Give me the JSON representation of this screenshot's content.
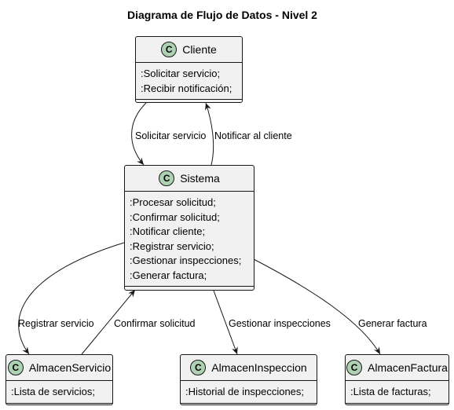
{
  "title": "Diagrama de Flujo de Datos - Nivel 2",
  "classes": {
    "cliente": {
      "icon": "C",
      "name": "Cliente",
      "members": [
        ":Solicitar servicio;",
        ":Recibir notificación;"
      ]
    },
    "sistema": {
      "icon": "C",
      "name": "Sistema",
      "members": [
        ":Procesar solicitud;",
        ":Confirmar solicitud;",
        ":Notificar cliente;",
        ":Registrar servicio;",
        ":Gestionar inspecciones;",
        ":Generar factura;"
      ]
    },
    "almacen_servicio": {
      "icon": "C",
      "name": "AlmacenServicio",
      "members": [
        ":Lista de servicios;"
      ]
    },
    "almacen_inspeccion": {
      "icon": "C",
      "name": "AlmacenInspeccion",
      "members": [
        ":Historial de inspecciones;"
      ]
    },
    "almacen_factura": {
      "icon": "C",
      "name": "AlmacenFactura",
      "members": [
        ":Lista de facturas;"
      ]
    }
  },
  "edges": {
    "solicitar_servicio": "Solicitar servicio",
    "notificar_cliente": "Notificar al cliente",
    "registrar_servicio": "Registrar servicio",
    "confirmar_solicitud": "Confirmar solicitud",
    "gestionar_inspecciones": "Gestionar inspecciones",
    "generar_factura": "Generar factura"
  },
  "colors": {
    "class_fill": "#f1f1f1",
    "class_icon": "#add1b2",
    "stroke": "#181818"
  }
}
